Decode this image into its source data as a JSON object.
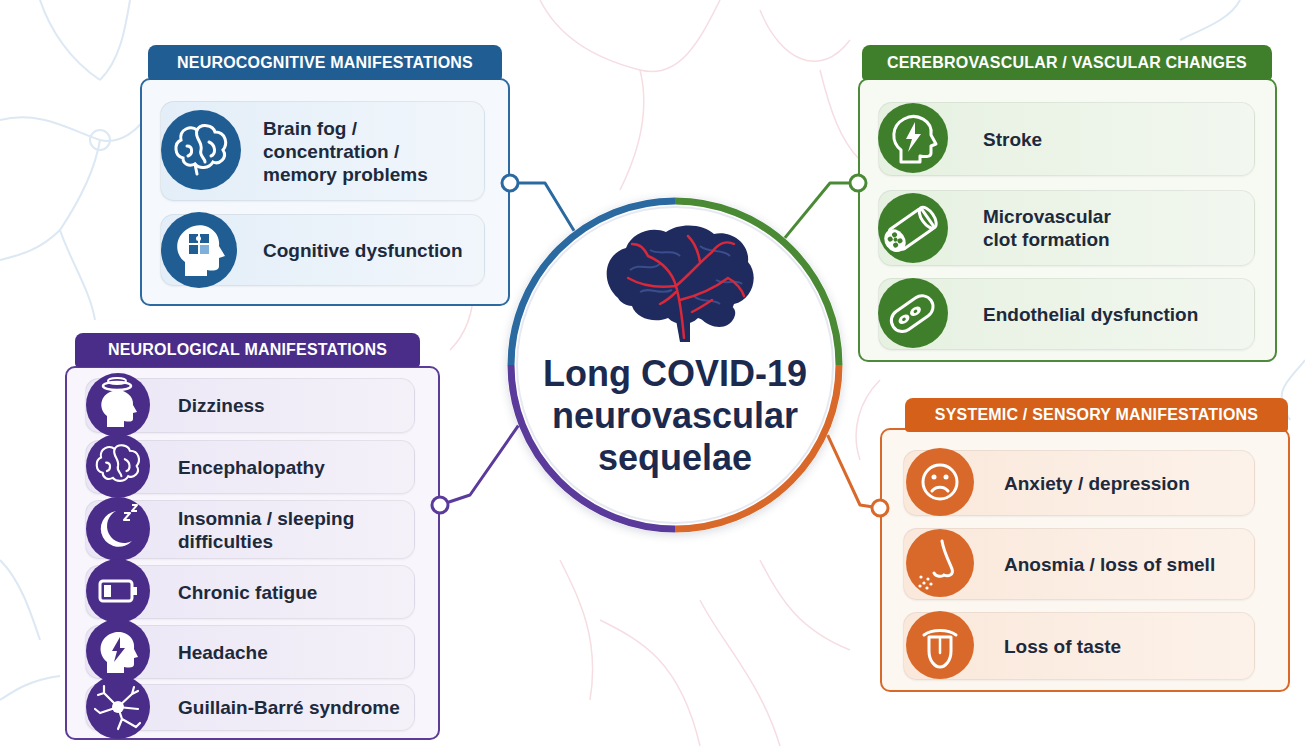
{
  "diagram": {
    "nodes": [
      {
        "text": [
          "NEUROCOGNITIVE MANIFESTATIONS"
        ]
      },
      {
        "text": [
          "Brain fog / concentration / memory problems"
        ],
        "in": 0
      },
      {
        "text": [
          "Cognitive dysfunction"
        ],
        "in": 0
      },
      {
        "text": [
          "CEREBROVASCULAR / VASCULAR CHANGES"
        ]
      },
      {
        "text": [
          "Stroke"
        ],
        "in": 3
      },
      {
        "text": [
          "Microvascular clot formation"
        ],
        "in": 3
      },
      {
        "text": [
          "Endothelial dysfunction"
        ],
        "in": 3
      },
      {
        "text": [
          "Long COVID-19 neurovascular sequelae"
        ]
      },
      {
        "text": [
          "NEUROLOGICAL MANIFESTATIONS"
        ]
      },
      {
        "text": [
          "Dizziness"
        ],
        "in": 8
      },
      {
        "text": [
          "Encephalopathy"
        ],
        "in": 8
      },
      {
        "text": [
          "Insomnia / sleeping difficulties"
        ],
        "in": 8
      },
      {
        "text": [
          "Chronic fatigue"
        ],
        "in": 8
      },
      {
        "text": [
          "Headache"
        ],
        "in": 8
      },
      {
        "text": [
          "Guillain-Barré syndrome"
        ],
        "in": 8
      },
      {
        "text": [
          "SYSTEMIC / SENSORY MANIFESTATIONS"
        ]
      },
      {
        "text": [
          "Anxiety / depression"
        ],
        "in": 15
      },
      {
        "text": [
          "Anosmia / loss of smell"
        ],
        "in": 15
      },
      {
        "text": [
          "Loss of taste"
        ],
        "in": 15
      }
    ],
    "edges": [
      {
        "from": 7,
        "to": 0,
        "arrow": "none"
      },
      {
        "from": 7,
        "to": 3,
        "arrow": "none"
      },
      {
        "from": 7,
        "to": 8,
        "arrow": "none"
      },
      {
        "from": 7,
        "to": 15,
        "arrow": "none"
      }
    ]
  }
}
